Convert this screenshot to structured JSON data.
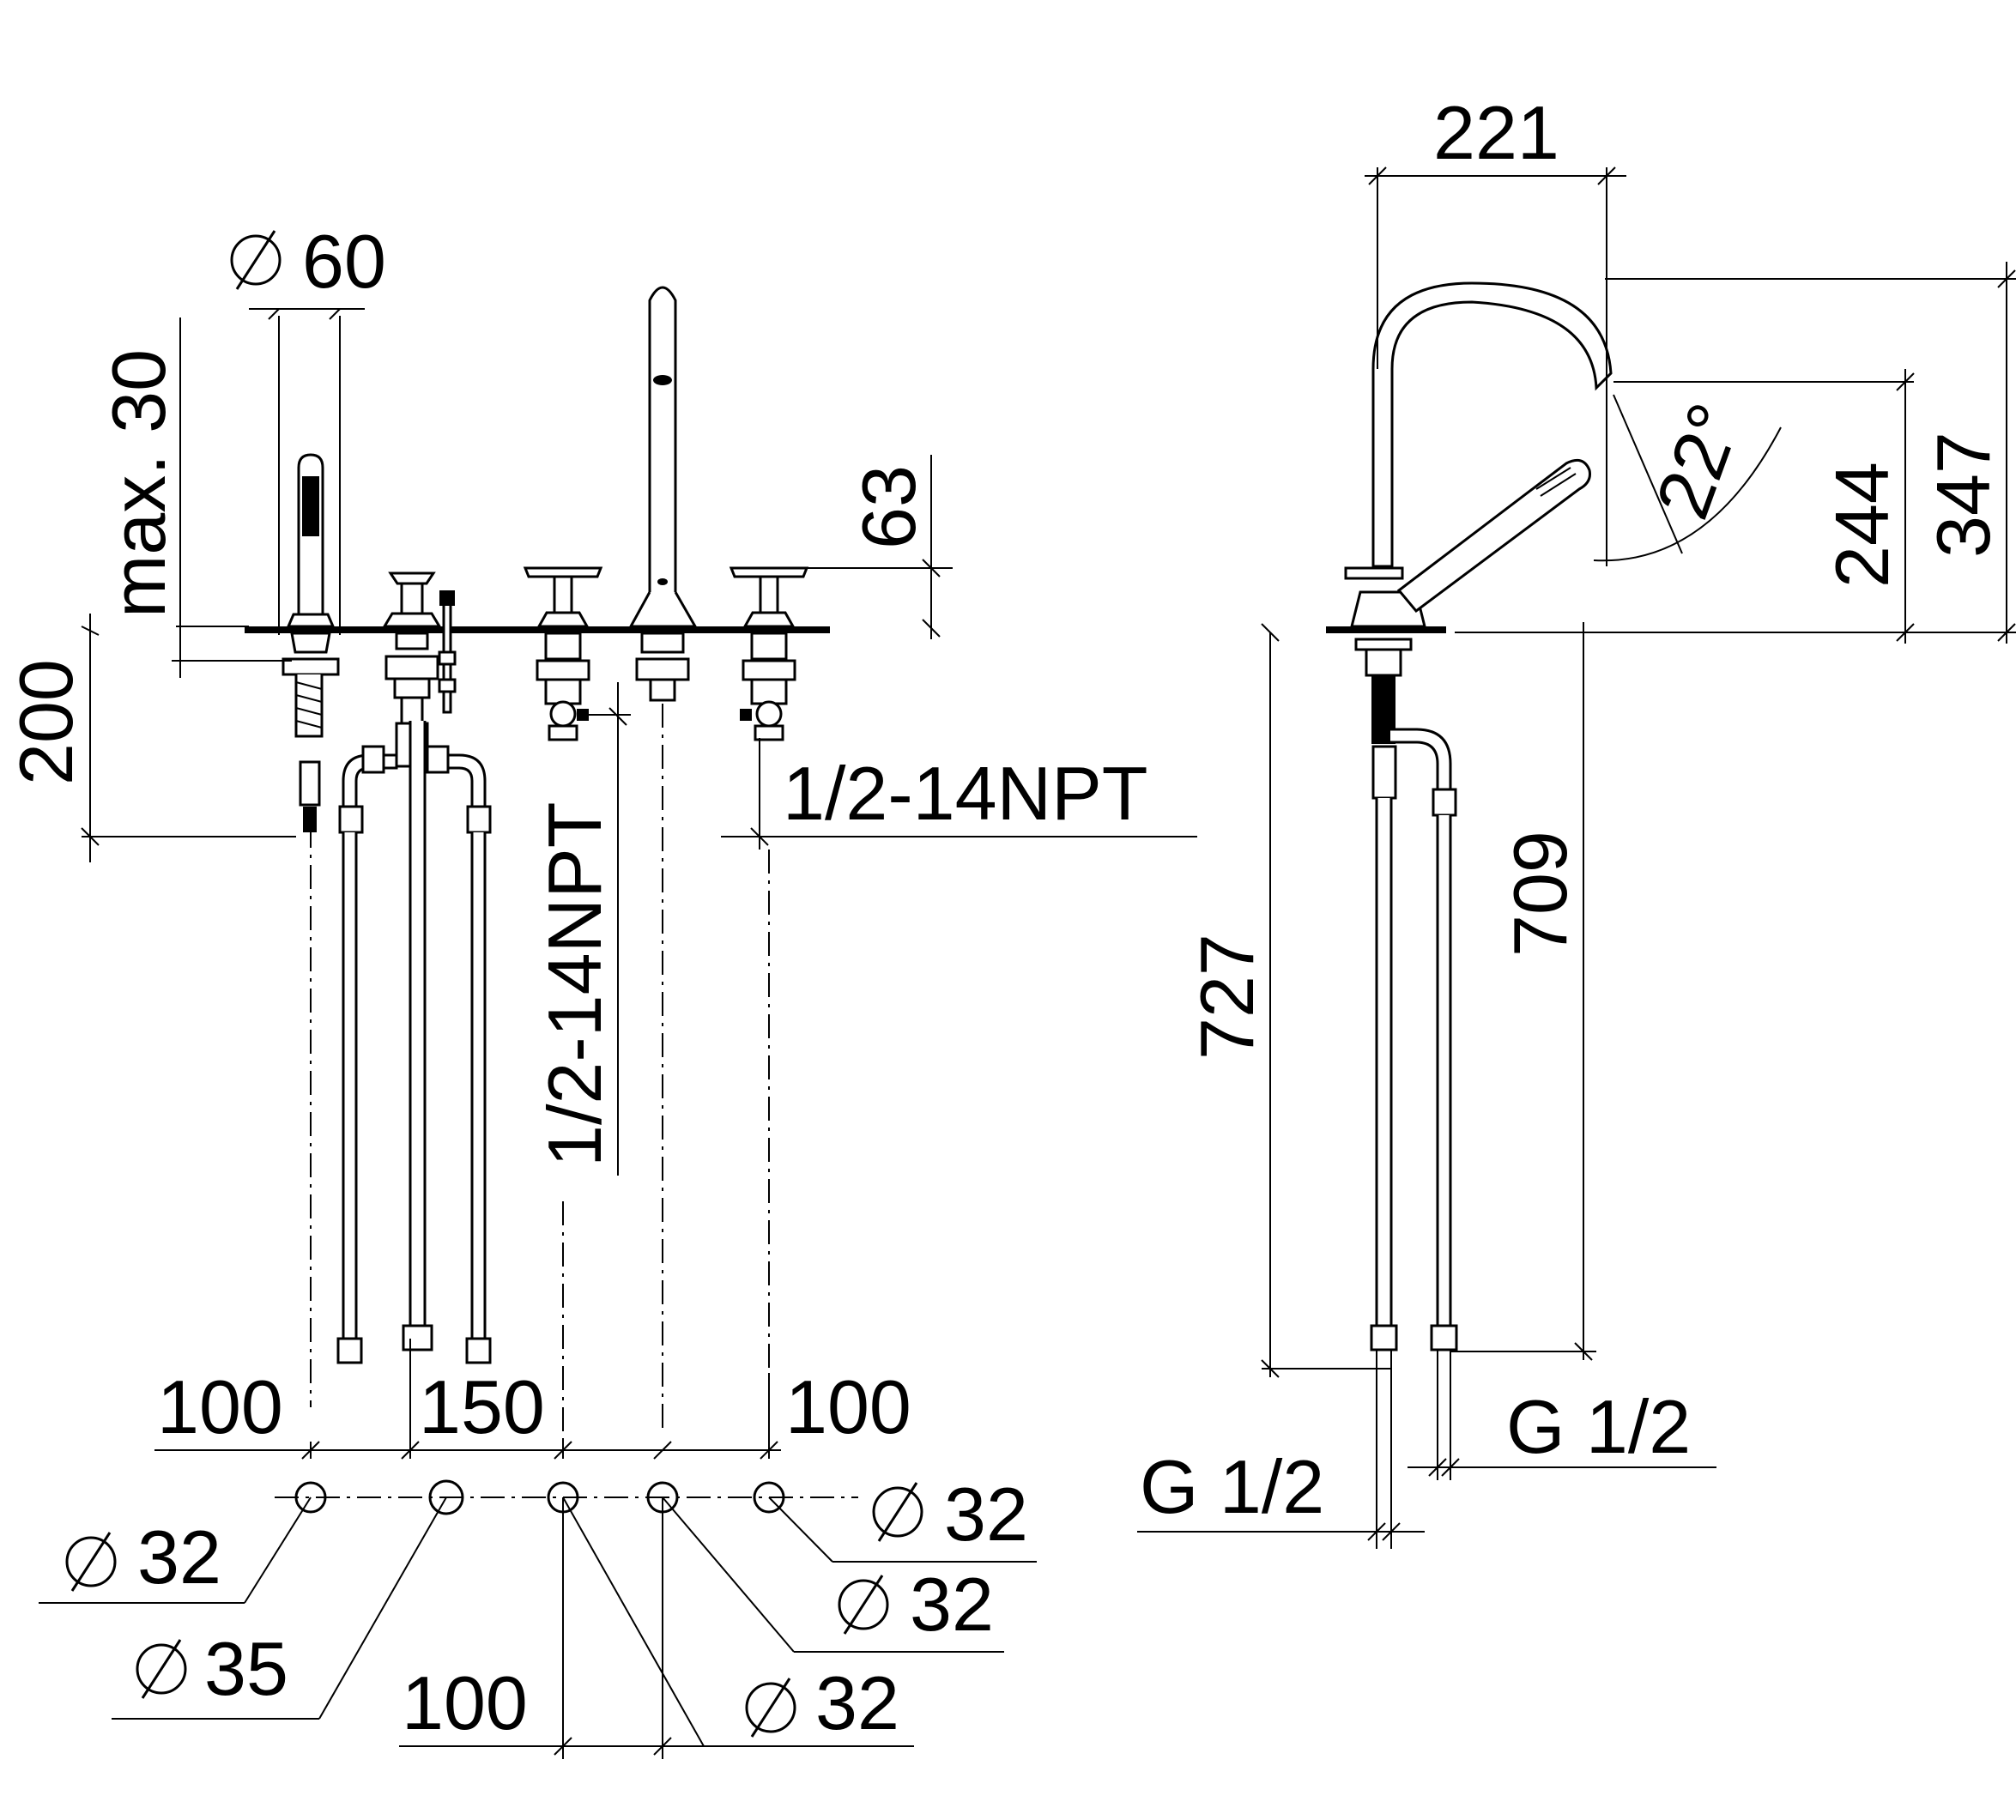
{
  "dimensions": {
    "dia_60": "60",
    "max_30": "max. 30",
    "h_200": "200",
    "h_63": "63",
    "npt_vertical": "1/2-14NPT",
    "npt_horizontal": "1/2-14NPT",
    "sp_100_left": "100",
    "sp_150": "150",
    "sp_100_right": "100",
    "dia_32_a": "32",
    "dia_35": "35",
    "sp_100_bottom": "100",
    "dia_32_b": "32",
    "dia_32_c": "32",
    "dia_32_d": "32",
    "w_221": "221",
    "h_244": "244",
    "h_347": "347",
    "angle_22": "22°",
    "h_727": "727",
    "h_709": "709",
    "g_half_left": "G 1/2",
    "g_half_right": "G 1/2"
  }
}
